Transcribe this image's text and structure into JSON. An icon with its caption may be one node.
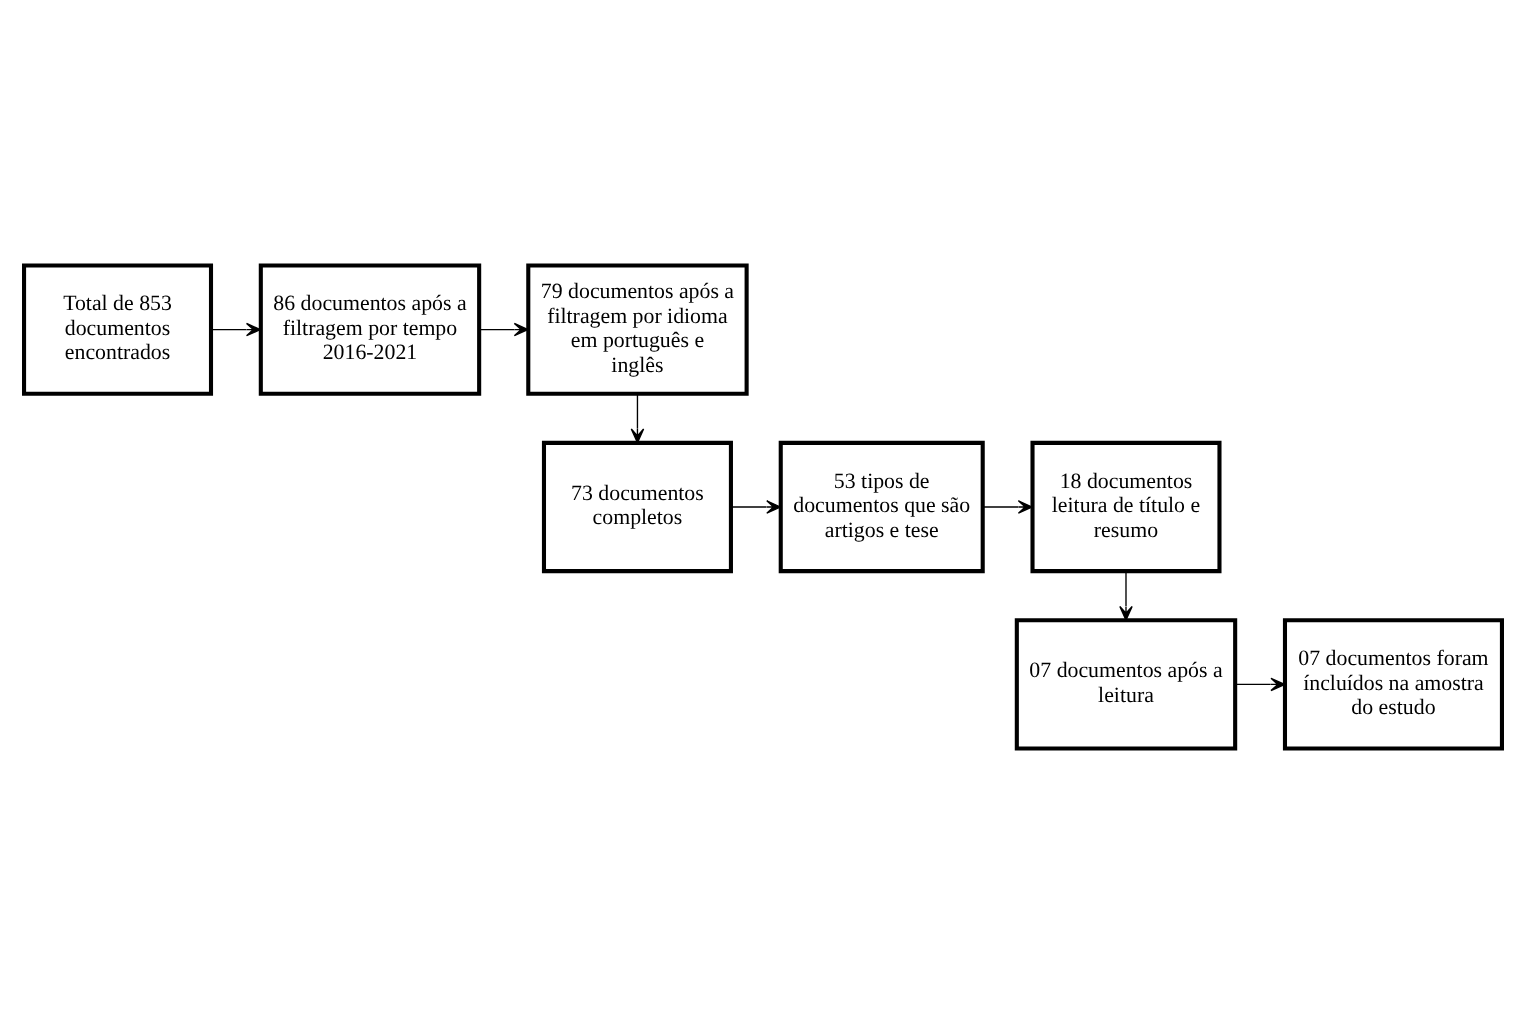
{
  "diagram": {
    "nodes": [
      {
        "text": [
          "Total de 853 documentos encontrados"
        ]
      },
      {
        "text": [
          "86 documentos após a filtragem por tempo 2016-2021"
        ]
      },
      {
        "text": [
          "79 documentos após a filtragem por idioma em português e inglês"
        ]
      },
      {
        "text": [
          "73 documentos completos"
        ]
      },
      {
        "text": [
          "53 tipos de documentos que são artigos e tese"
        ]
      },
      {
        "text": [
          "18 documentos leitura de título e resumo"
        ]
      },
      {
        "text": [
          "07 documentos após a leitura"
        ]
      },
      {
        "text": [
          "07 documentos foram íncluídos na amostra do estudo"
        ]
      }
    ],
    "edges": [
      {
        "from": 0,
        "to": 1,
        "arrow": "to"
      },
      {
        "from": 1,
        "to": 2,
        "arrow": "to"
      },
      {
        "from": 2,
        "to": 3,
        "arrow": "to"
      },
      {
        "from": 3,
        "to": 4,
        "arrow": "to"
      },
      {
        "from": 4,
        "to": 5,
        "arrow": "to"
      },
      {
        "from": 5,
        "to": 6,
        "arrow": "to"
      },
      {
        "from": 6,
        "to": 7,
        "arrow": "to"
      }
    ]
  }
}
